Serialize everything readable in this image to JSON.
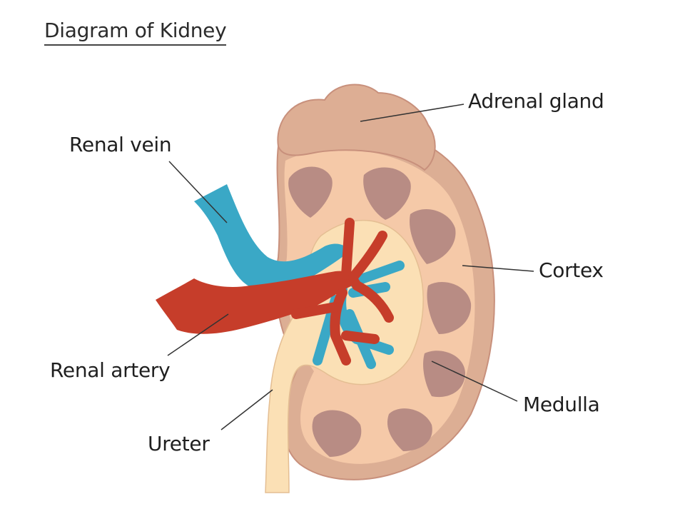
{
  "title": "Diagram of Kidney",
  "labels": {
    "adrenal_gland": "Adrenal gland",
    "renal_vein": "Renal vein",
    "cortex": "Cortex",
    "renal_artery": "Renal artery",
    "medulla": "Medulla",
    "ureter": "Ureter"
  },
  "colors": {
    "outer_capsule": "#dcae94",
    "cortex": "#f5c9a8",
    "medulla": "#b88c84",
    "pelvis": "#fbe0b5",
    "vein": "#3aa8c6",
    "artery": "#c63d2a"
  }
}
